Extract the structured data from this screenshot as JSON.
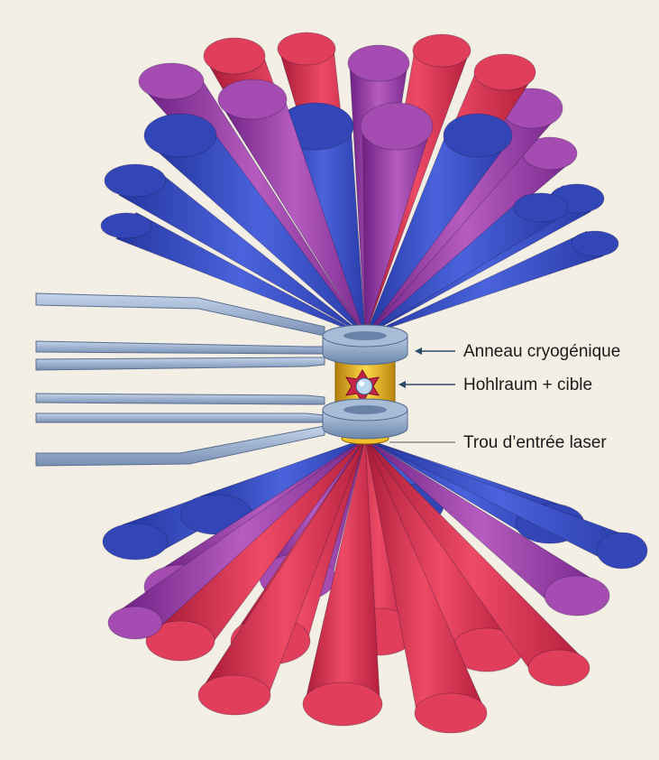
{
  "labels": {
    "cryogenic_ring": "Anneau cryogénique",
    "hohlraum_target": "Hohlraum + cible",
    "laser_entrance_hole": "Trou d’entrée laser"
  },
  "colors": {
    "background": "#f4efe4",
    "beam_blue": "#3a4fc4",
    "beam_purple": "#9a3aa6",
    "beam_red": "#d8304c",
    "ring_gray": "#8fa8c8",
    "hohlraum_gold": "#e6b21a",
    "pointer_line": "#2a4a6a"
  },
  "icons": [
    "laser-beam-cone",
    "cryogenic-ring",
    "hohlraum-cylinder",
    "target-capsule",
    "cooling-arm"
  ]
}
